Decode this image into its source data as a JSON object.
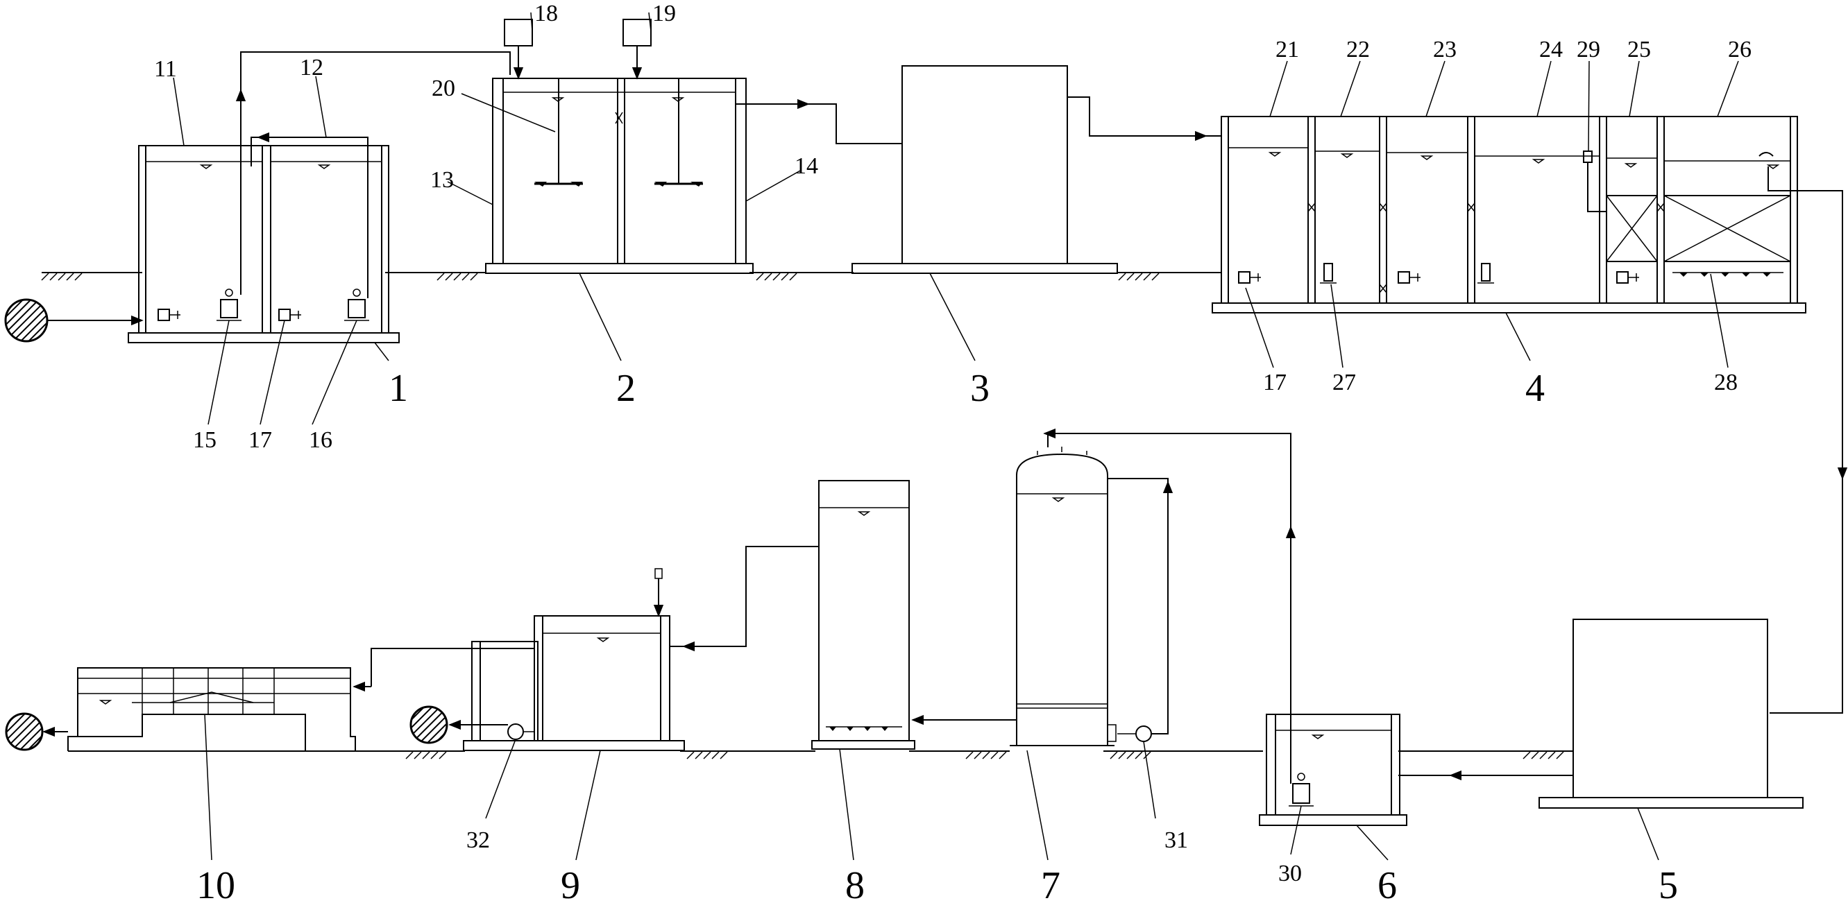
{
  "diagram": {
    "units": [
      {
        "id": "1",
        "label": "1"
      },
      {
        "id": "2",
        "label": "2"
      },
      {
        "id": "3",
        "label": "3"
      },
      {
        "id": "4",
        "label": "4"
      },
      {
        "id": "5",
        "label": "5"
      },
      {
        "id": "6",
        "label": "6"
      },
      {
        "id": "7",
        "label": "7"
      },
      {
        "id": "8",
        "label": "8"
      },
      {
        "id": "9",
        "label": "9"
      },
      {
        "id": "10",
        "label": "10"
      }
    ],
    "parts": [
      {
        "id": "11",
        "label": "11"
      },
      {
        "id": "12",
        "label": "12"
      },
      {
        "id": "13",
        "label": "13"
      },
      {
        "id": "14",
        "label": "14"
      },
      {
        "id": "15",
        "label": "15"
      },
      {
        "id": "16",
        "label": "16"
      },
      {
        "id": "17a",
        "label": "17"
      },
      {
        "id": "17b",
        "label": "17"
      },
      {
        "id": "18",
        "label": "18"
      },
      {
        "id": "19",
        "label": "19"
      },
      {
        "id": "20",
        "label": "20"
      },
      {
        "id": "21",
        "label": "21"
      },
      {
        "id": "22",
        "label": "22"
      },
      {
        "id": "23",
        "label": "23"
      },
      {
        "id": "24",
        "label": "24"
      },
      {
        "id": "25",
        "label": "25"
      },
      {
        "id": "26",
        "label": "26"
      },
      {
        "id": "27",
        "label": "27"
      },
      {
        "id": "28",
        "label": "28"
      },
      {
        "id": "29",
        "label": "29"
      },
      {
        "id": "30",
        "label": "30"
      },
      {
        "id": "31",
        "label": "31"
      },
      {
        "id": "32",
        "label": "32"
      }
    ]
  }
}
